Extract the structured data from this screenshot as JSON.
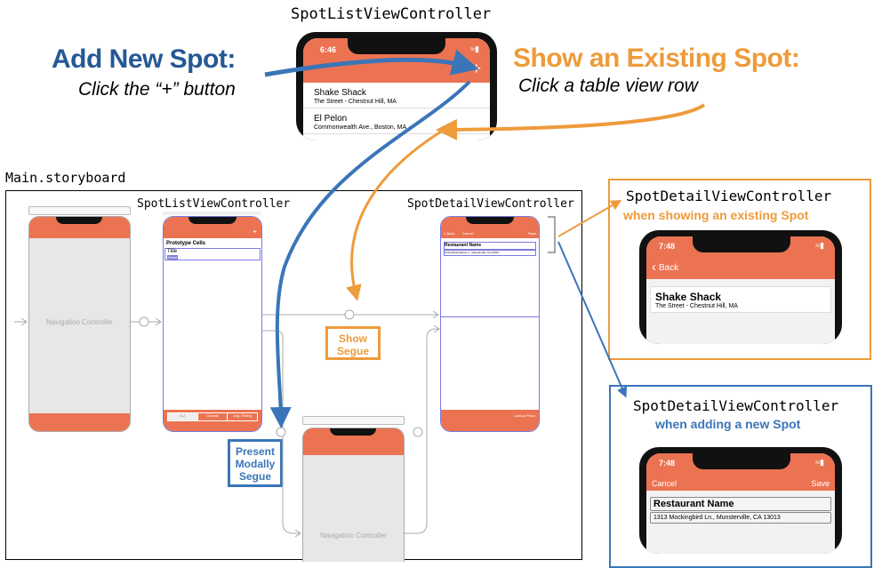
{
  "top": {
    "controller_title": "SpotListViewController",
    "phone": {
      "time": "6:46",
      "add_symbol": "+",
      "rows": [
        {
          "title": "Shake Shack",
          "subtitle": "The Street - Chestnut Hill, MA"
        },
        {
          "title": "El Pelon",
          "subtitle": "Commonwealth Ave., Boston, MA"
        }
      ]
    }
  },
  "callouts": {
    "add_title": "Add New Spot:",
    "add_subtitle": "Click the “+” button",
    "show_title": "Show an Existing Spot:",
    "show_subtitle": "Click a table view row"
  },
  "storyboard": {
    "file_label": "Main.storyboard",
    "list_label": "SpotListViewController",
    "detail_label": "SpotDetailViewController",
    "nav_controller_title": "Navigation Controller",
    "nav_controller_label": "Navigation Controller",
    "list_scene": {
      "add_symbol": "+",
      "section_header": "Prototype Cells",
      "cell_title": "Title",
      "cell_subtitle": "Detail",
      "segments": [
        "A-Z",
        "Closest",
        "Avg. Rating"
      ]
    },
    "detail_scene": {
      "back": "< Back",
      "cancel": "Cancel",
      "save": "Save",
      "name_field": "Restaurant Name",
      "address_field": "1313 Mockingbird Ln., Munsterville, CA 13013",
      "toolbar_button": "Lookup Place"
    },
    "show_segue": "Show Segue",
    "modal_segue": "Present Modally Segue"
  },
  "existing_card": {
    "title": "SpotDetailViewController",
    "subtitle": "when showing an existing Spot",
    "time": "7:48",
    "back": "Back",
    "name": "Shake Shack",
    "address": "The Street - Chestnut Hill, MA"
  },
  "new_card": {
    "title": "SpotDetailViewController",
    "subtitle": "when adding a new Spot",
    "time": "7:48",
    "cancel": "Cancel",
    "save": "Save",
    "name": "Restaurant Name",
    "address": "1313 Mockingbird Ln., Munsterville, CA 13013"
  },
  "colors": {
    "blue": "#255995",
    "arrow_blue": "#3a75b8",
    "orange": "#ee9b3b",
    "nav_orange": "#eb7352"
  }
}
